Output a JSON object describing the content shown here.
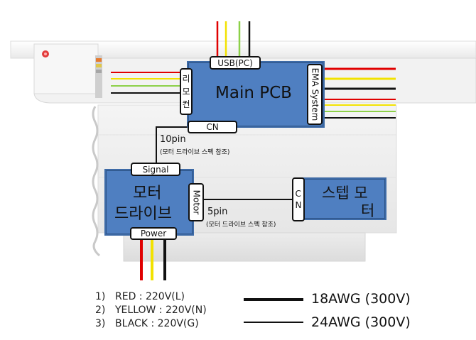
{
  "main_pcb": {
    "title": "Main PCB",
    "usb_tag": "USB(PC)",
    "remote_tag": "리모컨",
    "ema_tag": "EMA System",
    "cn_tag": "CN"
  },
  "motor_driver": {
    "title_line1": "모터",
    "title_line2": "드라이브",
    "signal_tag": "Signal",
    "motor_tag": "Motor",
    "power_tag": "Power"
  },
  "stepper": {
    "title_line1": "스텝 모",
    "title_line2": "터",
    "cn_tag": "CN"
  },
  "connections": {
    "signal_pins": "10pin",
    "signal_note": "(모터 드라이브 스펙 참조)",
    "motor_pins": "5pin",
    "motor_note": "(모터 드라이브 스펙 참조)"
  },
  "power_legend": [
    {
      "num": "1)",
      "text": "RED : 220V(L)"
    },
    {
      "num": "2)",
      "text": "YELLOW : 220V(N)"
    },
    {
      "num": "3)",
      "text": "BLACK : 220V(G)"
    }
  ],
  "wire_legend": [
    {
      "label": "18AWG (300V)",
      "style": "thick"
    },
    {
      "label": "24AWG (300V)",
      "style": "thin"
    }
  ],
  "colors": {
    "block_fill": "#4f7fc1",
    "wire_red": "#e00000",
    "wire_yellow": "#f2e200",
    "wire_green": "#8cd048",
    "wire_black": "#111111"
  }
}
